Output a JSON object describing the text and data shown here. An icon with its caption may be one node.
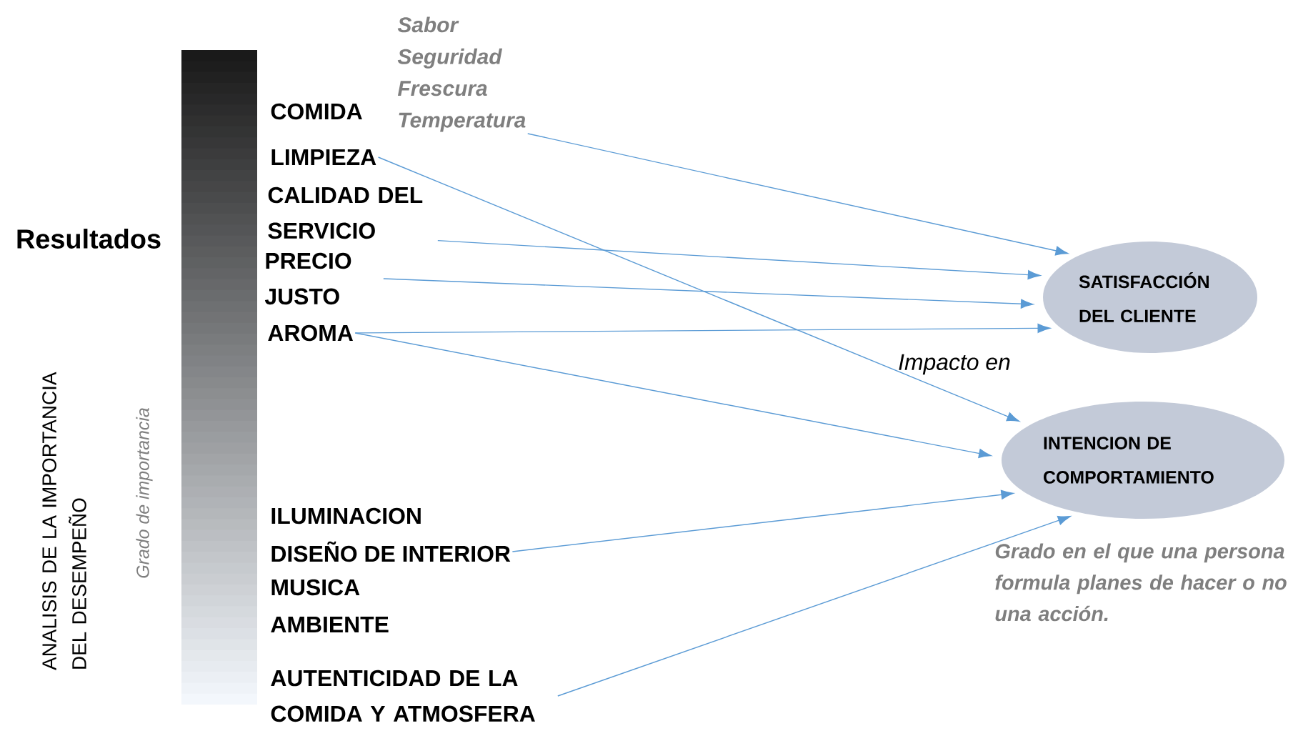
{
  "diagram": {
    "nodes": [
      {
        "text": [
          "COMIDA"
        ]
      },
      {
        "text": [
          "Sabor",
          "Seguridad",
          "Frescura",
          "Temperatura"
        ]
      },
      {
        "text": [
          "LIMPIEZA"
        ]
      },
      {
        "text": [
          "CALIDAD DEL SERVICIO"
        ]
      },
      {
        "text": [
          "PRECIO JUSTO"
        ]
      },
      {
        "text": [
          "AROMA"
        ]
      },
      {
        "text": [
          "ILUMINACION"
        ]
      },
      {
        "text": [
          "DISEÑO DE INTERIOR"
        ]
      },
      {
        "text": [
          "MUSICA"
        ]
      },
      {
        "text": [
          "AMBIENTE"
        ]
      },
      {
        "text": [
          "AUTENTICIDAD DE LA COMIDA Y ATMOSFERA"
        ]
      },
      {
        "text": [
          "SATISFACCIÓN DEL CLIENTE"
        ]
      },
      {
        "text": [
          "INTENCION DE COMPORTAMIENTO"
        ],
        "beside": [
          "Grado en el que una persona formula planes de hacer o no una acción."
        ]
      }
    ],
    "edges": [
      {
        "from": 1,
        "to": 11,
        "arrow": "to"
      },
      {
        "from": 3,
        "to": 11,
        "arrow": "to"
      },
      {
        "from": 4,
        "to": 11,
        "arrow": "to"
      },
      {
        "from": 5,
        "to": 11,
        "arrow": "to"
      },
      {
        "from": 2,
        "to": 12,
        "arrow": "to"
      },
      {
        "from": 5,
        "to": 12,
        "arrow": "to"
      },
      {
        "from": 7,
        "to": 12,
        "arrow": "to"
      },
      {
        "from": 10,
        "to": 12,
        "arrow": "to"
      }
    ],
    "labels": [
      "Resultados",
      "ANALISIS DE LA IMPORTANCIA DEL DESEMPEÑO",
      "Grado de importancia",
      "Impacto en"
    ]
  }
}
